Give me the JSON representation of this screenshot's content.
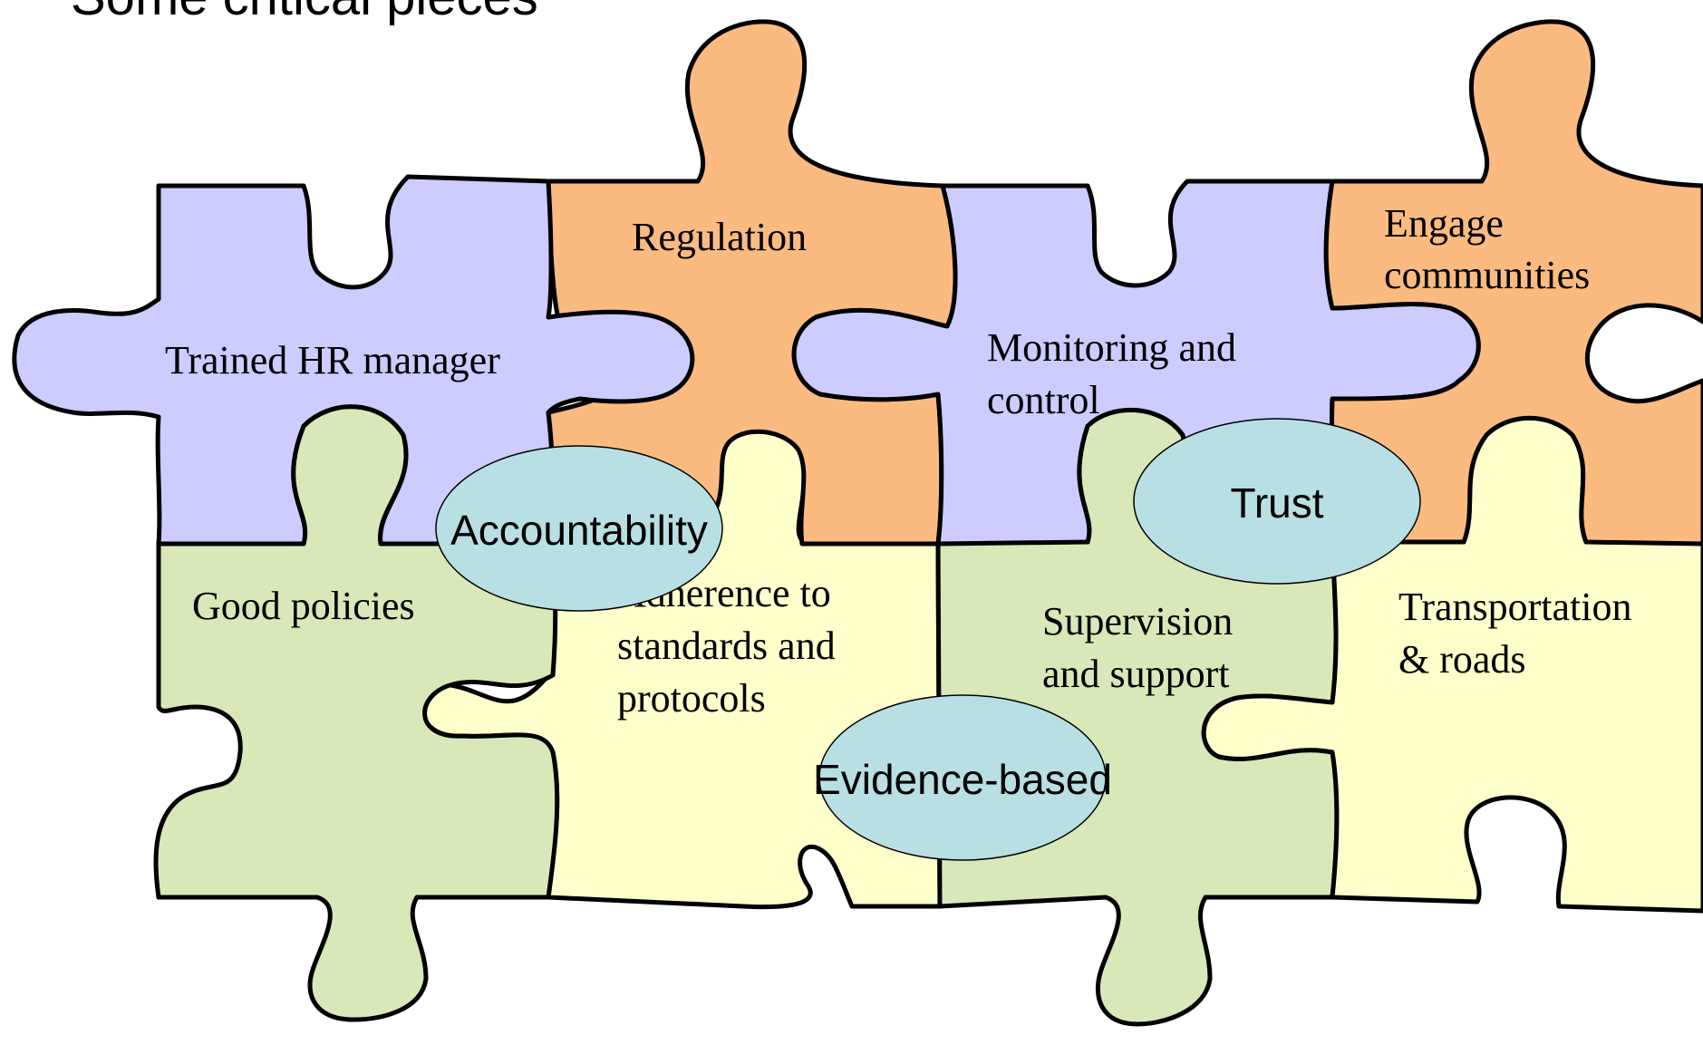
{
  "title": "Some critical pieces",
  "colors": {
    "purple": "#ccccff",
    "orange": "#fbbb80",
    "green": "#d8e8b8",
    "yellow": "#ffffcc",
    "oval": "#b8dfe3"
  },
  "pieces": {
    "trained_hr": "Trained HR manager",
    "regulation": "Regulation",
    "monitoring": [
      "Monitoring and",
      "control"
    ],
    "engage": [
      "Engage",
      "communities"
    ],
    "good_policies": "Good policies",
    "adherence": [
      "Adherence to",
      "standards and",
      "protocols"
    ],
    "supervision": [
      "Supervision",
      "and support"
    ],
    "transportation": [
      "Transportation",
      "& roads"
    ]
  },
  "ovals": {
    "accountability": "Accountability",
    "trust": "Trust",
    "evidence": "Evidence-based"
  }
}
